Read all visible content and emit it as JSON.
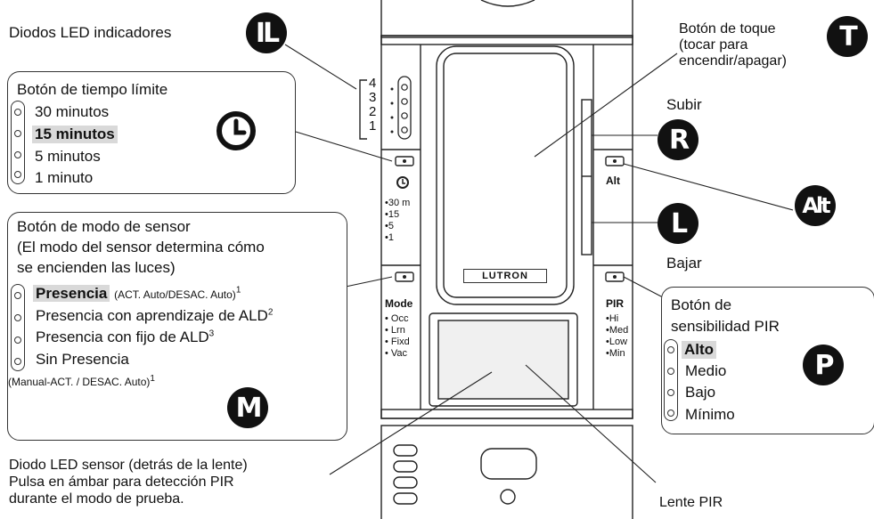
{
  "badges": {
    "il": "IL",
    "t": "T",
    "r": "R",
    "l": "L",
    "alt": "Alt",
    "m": "M",
    "p": "P"
  },
  "labels": {
    "leds": "Diodos LED indicadores",
    "touch": [
      "Botón de toque",
      "(tocar para",
      "encendir/apagar)"
    ],
    "raise": "Subir",
    "lower": "Bajar",
    "sensor_led": [
      "Diodo LED sensor (detrás de la lente)",
      "Pulsa en ámbar para detección PIR",
      "durante el modo de prueba."
    ],
    "pir_lens": "Lente PIR"
  },
  "timeout_box": {
    "title": "Botón de tiempo límite",
    "options": [
      "30 minutos",
      "15 minutos",
      "5 minutos",
      "1 minuto"
    ],
    "selected_index": 1
  },
  "sensor_box": {
    "title": "Botón de modo de sensor",
    "subtitle": [
      "(El modo del sensor determina cómo",
      "se encienden las luces)"
    ],
    "opt1_bold": "Presencia",
    "opt1_rest": "(ACT. Auto/DESAC. Auto)",
    "opt1_sup": "1",
    "opt2": "Presencia con aprendizaje de ALD",
    "opt2_sup": "2",
    "opt3": "Presencia con fijo de ALD",
    "opt3_sup": "3",
    "opt4": "Sin Presencia",
    "opt4_note": "(Manual-ACT. / DESAC. Auto)",
    "opt4_sup": "1"
  },
  "pir_box": {
    "title": [
      "Botón de",
      "sensibilidad PIR"
    ],
    "options": [
      "Alto",
      "Medio",
      "Bajo",
      "Mínimo"
    ],
    "selected_index": 0
  },
  "device": {
    "led_numbers": [
      "4",
      "3",
      "2",
      "1"
    ],
    "timeout_list": [
      "•30 m",
      "•15",
      "•5",
      "•1"
    ],
    "alt_label": "Alt",
    "mode_title": "Mode",
    "mode_list": [
      "• Occ",
      "• Lrn",
      "• Fixd",
      "• Vac"
    ],
    "pir_title": "PIR",
    "pir_list": [
      "•Hi",
      "•Med",
      "•Low",
      "•Min"
    ],
    "brand": "LUTRON"
  }
}
